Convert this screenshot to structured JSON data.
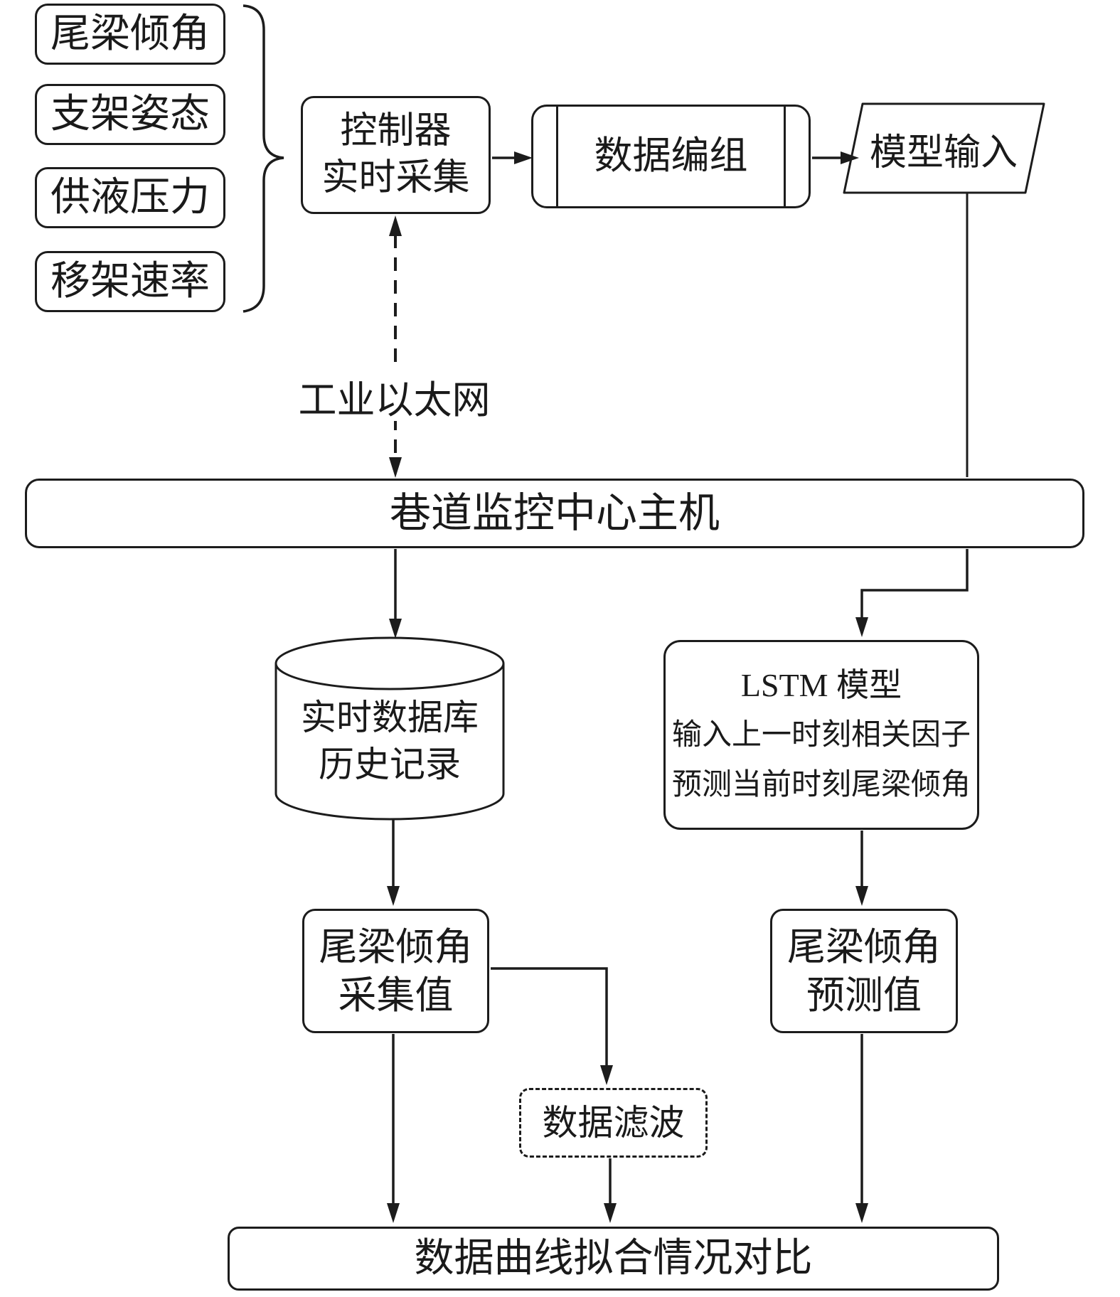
{
  "diagram": {
    "inputs": [
      {
        "label": "尾梁倾角"
      },
      {
        "label": "支架姿态"
      },
      {
        "label": "供液压力"
      },
      {
        "label": "移架速率"
      }
    ],
    "collector": {
      "line1": "控制器",
      "line2": "实时采集"
    },
    "grouping": {
      "label": "数据编组"
    },
    "model_input": {
      "label": "模型输入"
    },
    "network_label": "工业以太网",
    "host": {
      "label": "巷道监控中心主机"
    },
    "database": {
      "line1": "实时数据库",
      "line2": "历史记录"
    },
    "lstm": {
      "line1": "LSTM 模型",
      "line2": "输入上一时刻相关因子",
      "line3": "预测当前时刻尾梁倾角"
    },
    "collected": {
      "line1": "尾梁倾角",
      "line2": "采集值"
    },
    "predicted": {
      "line1": "尾梁倾角",
      "line2": "预测值"
    },
    "filter": {
      "label": "数据滤波"
    },
    "comparison": {
      "label": "数据曲线拟合情况对比"
    },
    "colors": {
      "line": "#1c1c1c",
      "background": "#ffffff"
    }
  }
}
